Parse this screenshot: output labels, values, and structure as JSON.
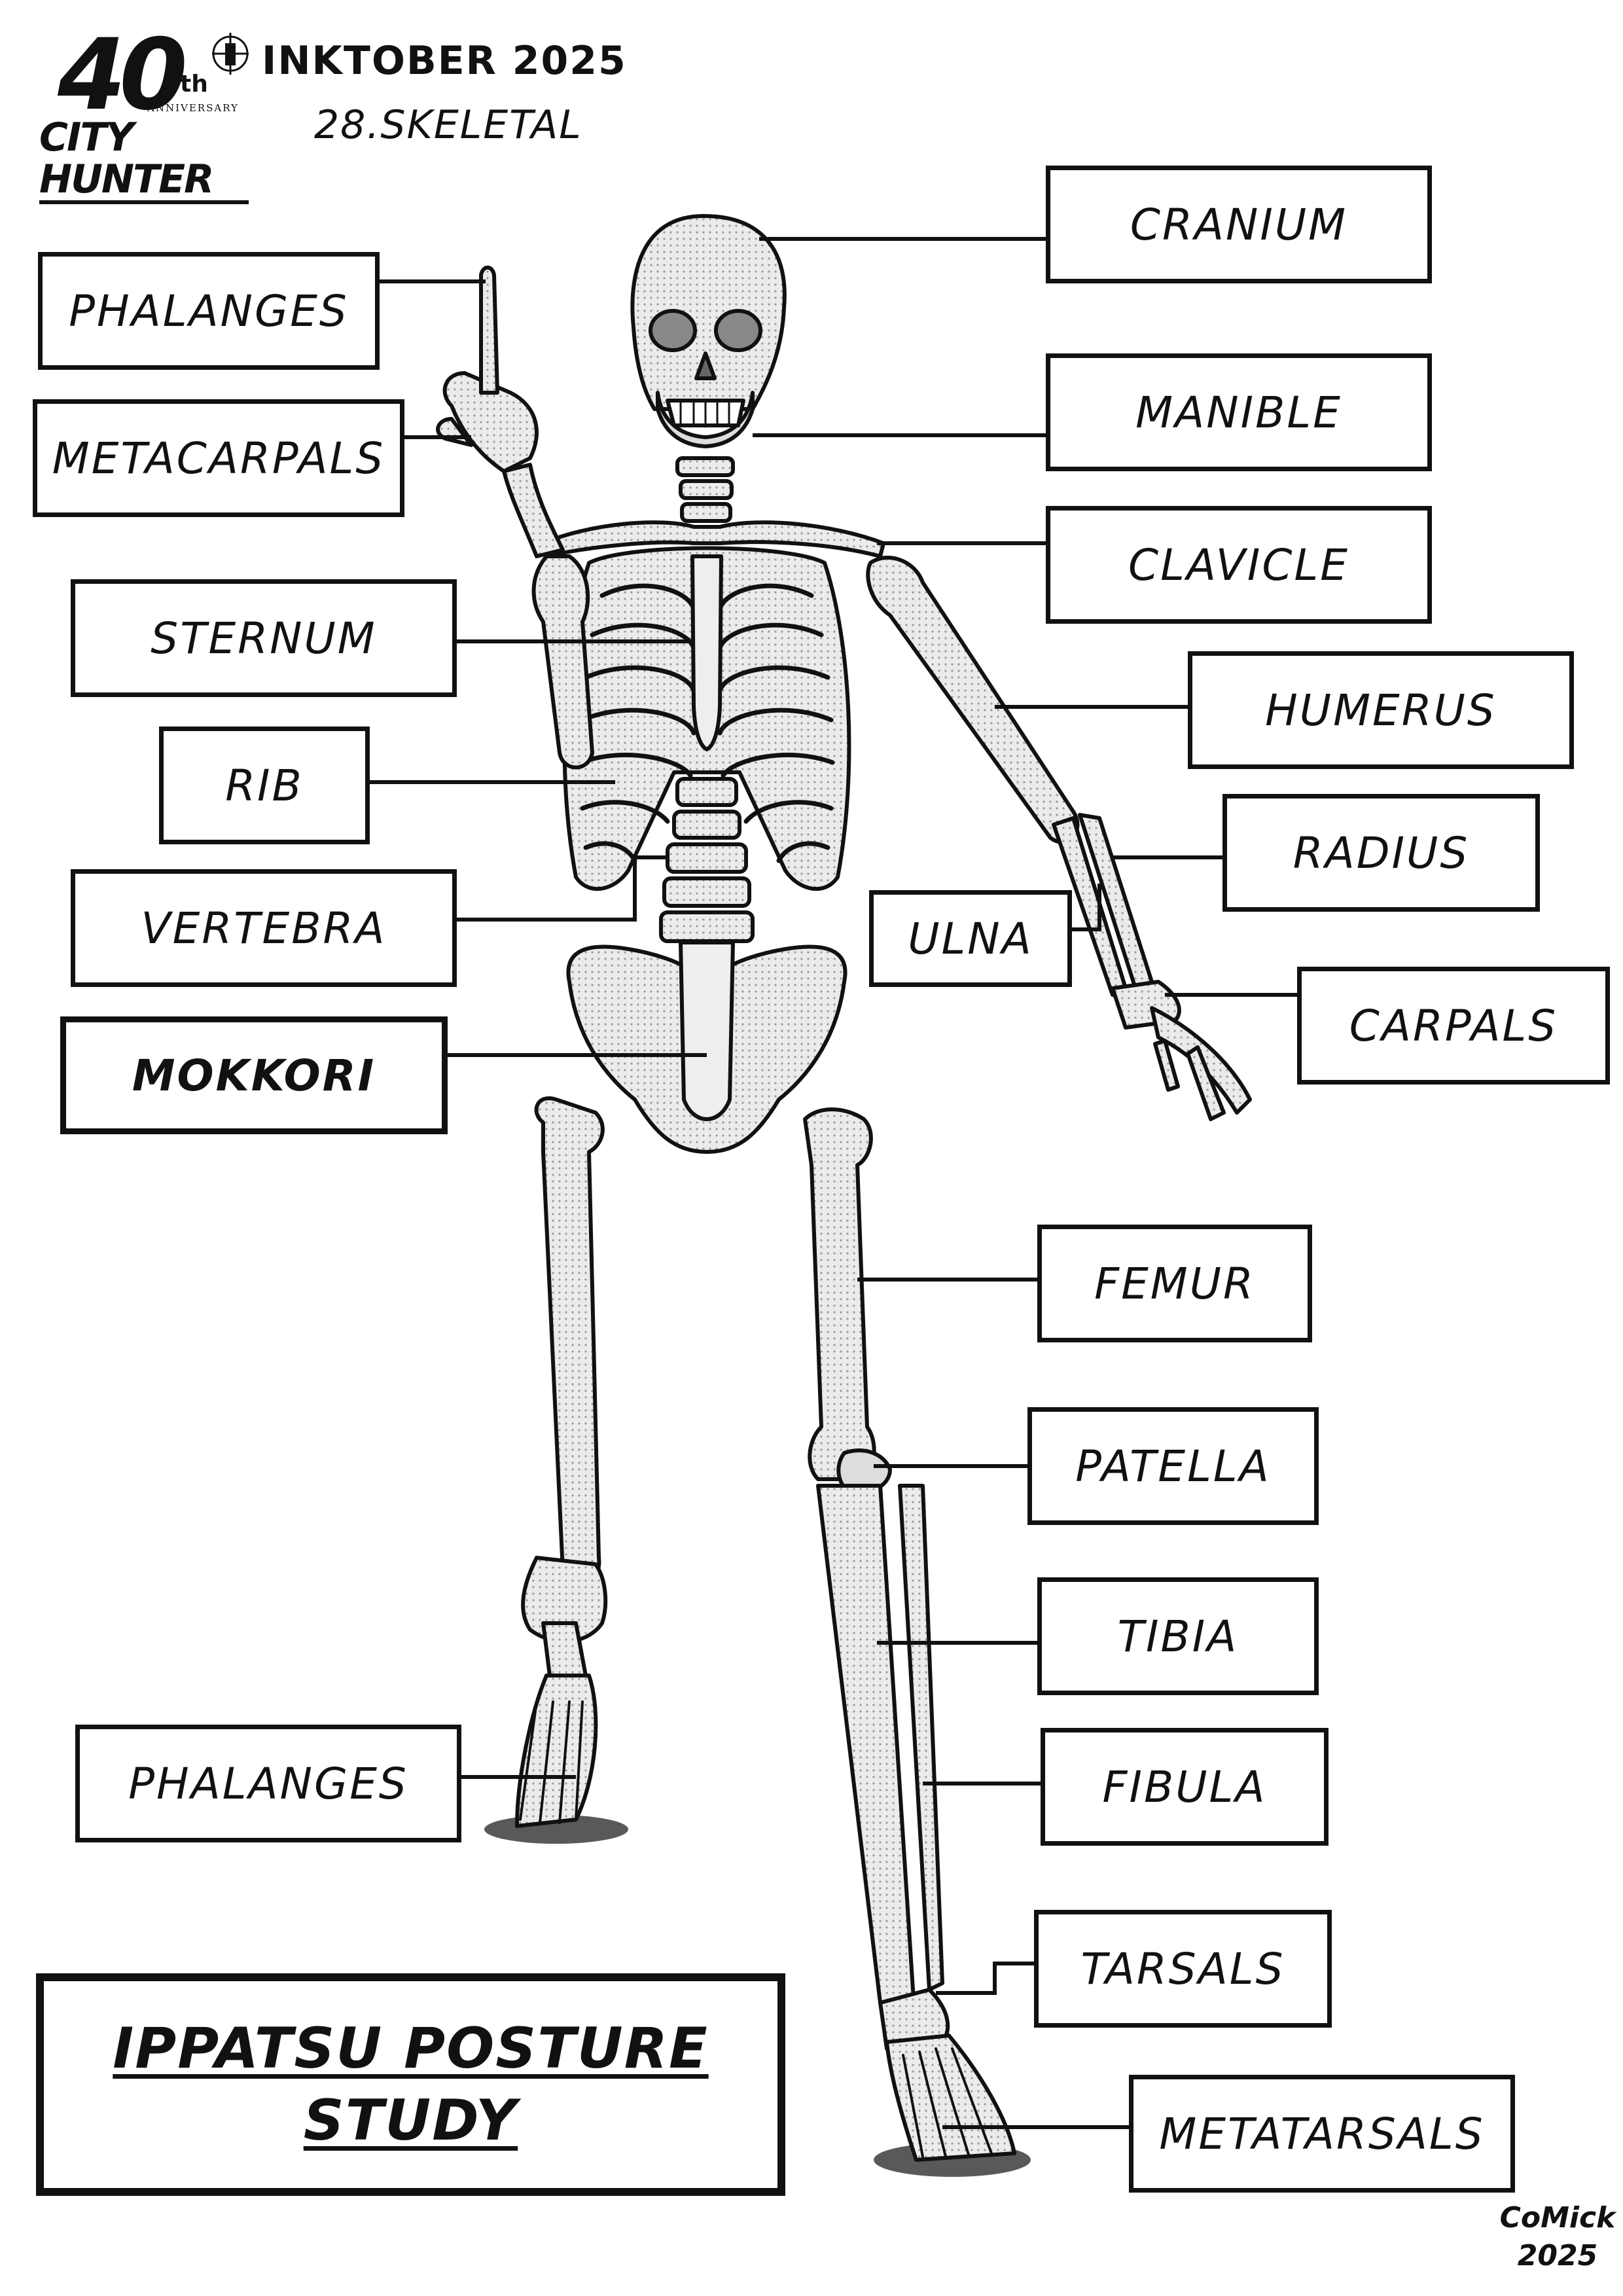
{
  "header": {
    "title": "INKTOBER 2025",
    "subtitle": "28.SKELETAL"
  },
  "logo": {
    "number": "40",
    "suffix": "th",
    "tagline": "ANNIVERSARY",
    "brand": "CITY HUNTER"
  },
  "labels": {
    "cranium": "CRANIUM",
    "manible": "MANIBLE",
    "clavicle": "CLAVICLE",
    "humerus": "HUMERUS",
    "radius": "RADIUS",
    "ulna": "ULNA",
    "carpals": "CARPALS",
    "femur": "FEMUR",
    "patella": "PATELLA",
    "tibia": "TIBIA",
    "fibula": "FIBULA",
    "tarsals": "TARSALS",
    "metatarsals": "METATARSALS",
    "phalanges_hand": "PHALANGES",
    "metacarpals": "METACARPALS",
    "sternum": "STERNUM",
    "rib": "RIB",
    "vertebra": "VERTEBRA",
    "mokkori": "MOKKORI",
    "phalanges_foot": "PHALANGES"
  },
  "study": {
    "line1": "IPPATSU POSTURE",
    "line2": "STUDY"
  },
  "signature": {
    "name": "CoMick",
    "year": "2025"
  },
  "colors": {
    "ink": "#111111",
    "bone": "#e6e6e6",
    "paper": "#ffffff"
  }
}
